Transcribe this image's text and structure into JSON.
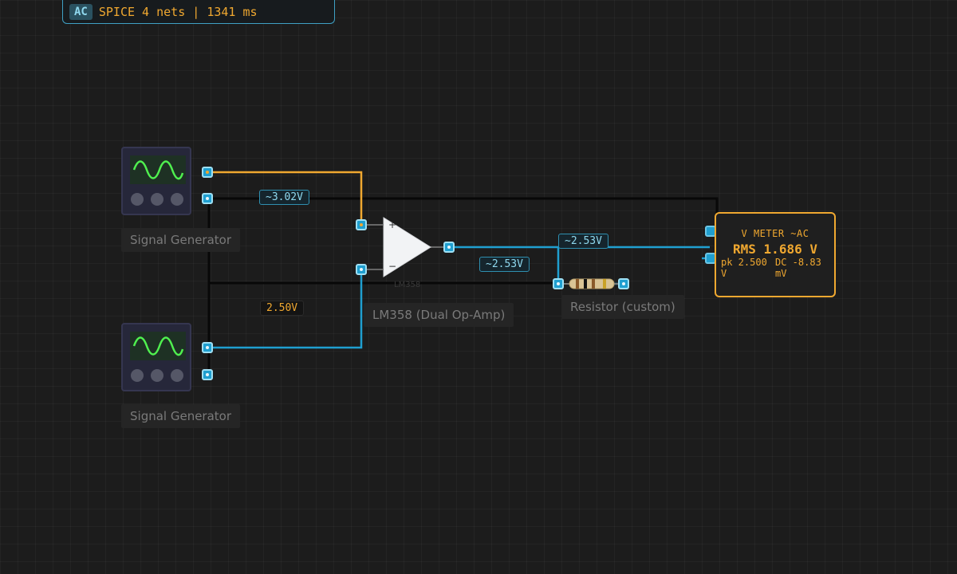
{
  "status": {
    "mode_badge": "AC",
    "summary": "SPICE 4 nets | 1341 ms"
  },
  "components": {
    "signal_generator_1": {
      "label": "Signal Generator"
    },
    "signal_generator_2": {
      "label": "Signal Generator"
    },
    "opamp": {
      "label": "LM358 (Dual Op-Amp)",
      "part": "LM358",
      "plus": "+",
      "minus": "−"
    },
    "resistor": {
      "label": "Resistor (custom)"
    },
    "voltmeter": {
      "title": "V METER ~AC",
      "rms": "RMS 1.686 V",
      "peak": "pk 2.500 V",
      "dc": "DC -8.83 mV"
    }
  },
  "net_labels": {
    "top_net": "~3.02V",
    "ref_net": "2.50V",
    "out_net": "~2.53V",
    "res_net": "~2.53V"
  },
  "colors": {
    "wire_amber": "#f0a830",
    "wire_cyan": "#1f9fd0",
    "wire_ground": "#0a0a0a",
    "wave_green": "#4ff04f"
  }
}
